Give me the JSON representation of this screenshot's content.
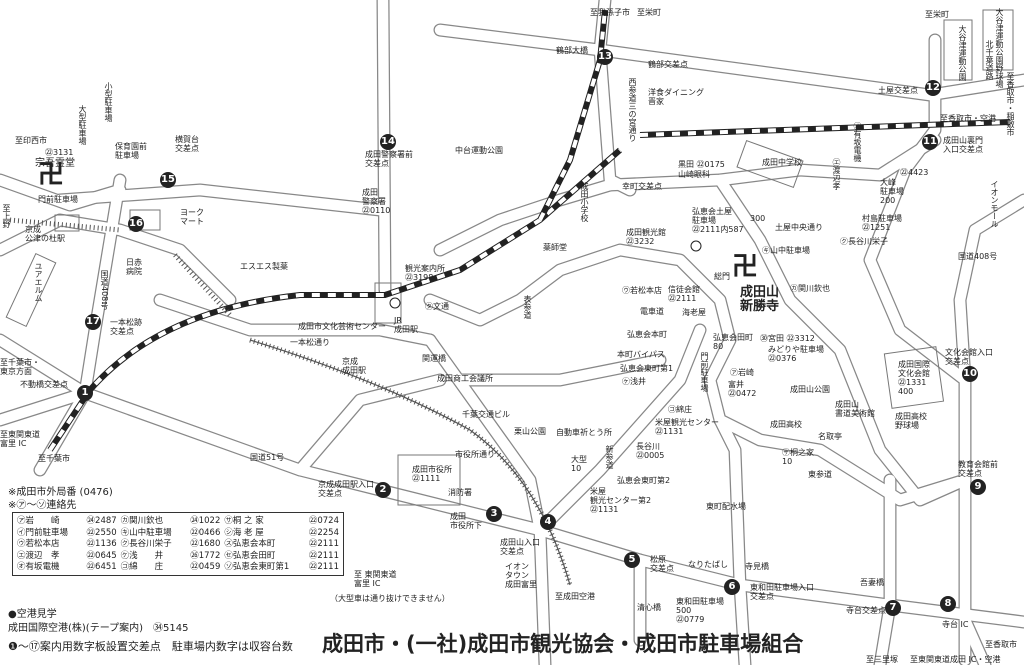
{
  "title": "成田市・(一社)成田市観光協会・成田市駐車場組合",
  "legend": {
    "area_code": "※成田市外局番 (0476)",
    "contacts_title": "※㋐〜㋞連絡先",
    "contacts": [
      {
        "name": "㋐岩　　崎",
        "tel": "㉔2487"
      },
      {
        "name": "㋕関川欽也",
        "tel": "㉔1022"
      },
      {
        "name": "㋚桐 之 家",
        "tel": "㉒0724"
      },
      {
        "name": "㋑門前駐車場",
        "tel": "㉒2550"
      },
      {
        "name": "㋖山中駐車場",
        "tel": "㉒0466"
      },
      {
        "name": "㋛海 老 屋",
        "tel": "㉒2254"
      },
      {
        "name": "㋒若松本店",
        "tel": "㉒1136"
      },
      {
        "name": "㋗長谷川栄子",
        "tel": "㉒1680"
      },
      {
        "name": "㋜弘恵会本町",
        "tel": "㉒2111"
      },
      {
        "name": "㋓渡辺　孝",
        "tel": "㉒0645"
      },
      {
        "name": "㋘浅　　井",
        "tel": "㉖1772"
      },
      {
        "name": "㋝弘恵会田町",
        "tel": "㉒2111"
      },
      {
        "name": "㋔有坂電機",
        "tel": "㉒6451"
      },
      {
        "name": "㋙綿　　庄",
        "tel": "㉒0459"
      },
      {
        "name": "㋞弘恵会東町第1",
        "tel": "㉒2111"
      }
    ],
    "airport_title": "●空港見学",
    "airport": "成田国際空港(株)(テープ案内)　㉞5145",
    "note": "❶〜⑰案内用数字板設置交差点　駐車場内数字は収容台数"
  },
  "intersections": [
    {
      "no": "1",
      "name": "不動橋交差点"
    },
    {
      "no": "2",
      "name": "京成成田駅入口\n交差点"
    },
    {
      "no": "3",
      "name": "成田\n市役所下"
    },
    {
      "no": "4",
      "name": "成田山入口\n交差点"
    },
    {
      "no": "5",
      "name": "松原\n交差点"
    },
    {
      "no": "6",
      "name": "東和田駐車場入口\n交差点"
    },
    {
      "no": "7",
      "name": "寺台交差点"
    },
    {
      "no": "8",
      "name": "寺台 IC"
    },
    {
      "no": "9",
      "name": "教育会館前\n交差点"
    },
    {
      "no": "10",
      "name": "文化会館入口\n交差点"
    },
    {
      "no": "11",
      "name": "成田山裏門\n入口交差点"
    },
    {
      "no": "12",
      "name": "土屋交差点"
    },
    {
      "no": "13",
      "name": "鶴部交差点"
    },
    {
      "no": "14",
      "name": "成田警察署前\n交差点"
    },
    {
      "no": "15",
      "name": "横賀台\n交差点"
    },
    {
      "no": "16",
      "name": ""
    },
    {
      "no": "17",
      "name": "一本松跡\n交差点"
    }
  ],
  "labels": {
    "to_inzai": "至印西市",
    "sogo_tel": "㉒3131",
    "sogo": "宗吾霊堂",
    "monzen_p": "門前駐車場",
    "to_ueno": "至上野",
    "kozu": "京成\n公津の杜駅",
    "large_p": "大型駐車場",
    "small_p": "小型駐車場",
    "hoikuen_p": "保育園前\n駐車場",
    "york": "ヨーク\nマート",
    "nisseki": "日赤\n病院",
    "r408w": "国道408号",
    "yuelm": "ユアエルム",
    "to_chiba_tokyo": "至千葉市・\n東京方面",
    "to_tomisato_w": "至東関東道\n富里 IC",
    "to_chiba": "至千葉市",
    "ss": "エスエス製薬",
    "bunka_center": "成田市文化芸術センター",
    "jr": "JR\n成田駅",
    "ippon": "一本松通り",
    "keisei": "京成\n成田駅",
    "kanun": "関運橋",
    "shoko": "成田商工会議所",
    "chiba_kotsu": "千葉交通ビル",
    "kuriyama": "栗山公園",
    "kito": "自動車祈とう所",
    "shiyakusho_dori": "市役所通り",
    "shiyakusho": "成田市役所\n㉒1111",
    "shobo": "消防署",
    "r51": "国道51号",
    "aeon": "イオン\nタウン\n成田富里",
    "to_airport": "至成田空港",
    "to_tomisato": "至 東関東道\n富里 IC",
    "no_large": "（大型車は通り抜けできません）",
    "naritabashi": "なりたばし",
    "terami": "寺見橋",
    "seishin": "清心橋",
    "higashiwada_p": "東和田駐車場\n500\n㉒0779",
    "azuma": "吾妻橋",
    "to_sanrizuka": "至三里塚",
    "to_narita_ic": "至東関東道成田 IC・空港",
    "to_katori_s": "至香取市",
    "bunka_kaikan": "成田国際\n文化会館\n㉒1331\n400",
    "koko_yakyu": "成田高校\n野球場",
    "shodo": "成田山\n書道美術館",
    "natori": "名取亭",
    "higashi_sando": "東参道",
    "koko": "成田高校",
    "kirinoya": "㋚桐之家\n10",
    "park": "成田山公園",
    "haisui": "東町配水場",
    "r408e": "国道408号",
    "aeon_mall": "イオンモール",
    "omine_p": "大峰\n駐車場\n200",
    "omine_tel": "㉒4423",
    "murashima": "村島駐車場\n㉒1251",
    "hasegawa_e": "㋗長谷川栄子",
    "to_katori_air": "至香取市・空港",
    "to_katori_inashiki": "至香取市・稲敷市",
    "yakyujo": "大谷津運動公園野球場",
    "kitachiba": "北千葉道路",
    "otsu_park": "大谷津運動公園",
    "to_sakae_e": "至栄町",
    "to_abiko": "至我孫子市",
    "to_sakae": "至栄町",
    "hatobe_bridge": "鶴部大橋",
    "nishi_sando": "西参道三の宮通り",
    "yoshoku": "洋食ダイニング\n晋家",
    "nakadai": "中台運動公園",
    "police": "成田\n警察署\n㉒0110",
    "kuroda": "黒田 ㉒0175",
    "yamazaki": "山崎眼科",
    "saiwai": "幸町交差点",
    "chugakko": "成田中学校",
    "shogakko": "成田小学校",
    "tsuchiya_p": "弘恵会土屋\n駐車場\n㉒2111内587",
    "tsuchiya_p_cap": "300",
    "kankokan": "成田観光館\n㉒3232",
    "tsuchiya_dori": "土屋中央通り",
    "yamanaka": "㋖山中駐車場",
    "sekikawa": "㋕関川欽也",
    "somon": "総門",
    "temple": "成田山\n新勝寺",
    "yakushi": "薬師堂",
    "omote": "表参道",
    "wakamatsu": "㋒若松本店",
    "shinto": "信徒会館\n㉒2111",
    "info": "観光案内所\n㉒3198",
    "densha": "電車道",
    "ebiya": "海老屋",
    "honcho": "弘恵会本町",
    "bypass": "本町バイパス",
    "tamachi": "弘恵会田町\n80",
    "miyata": "㉚宮田 ㉒3312",
    "midoriya": "みどりや駐車場\n㉒0376",
    "monzen_p2": "門前駐車場",
    "higashi1": "弘恵会東町第1",
    "asai": "㋘浅井",
    "iwasaki": "㋐岩崎",
    "tomii": "富井\n㉒0472",
    "watasho": "㋙綿庄",
    "yoneya": "米屋観光センター\n㉒1131",
    "hasegawa": "長谷川\n㉒0005",
    "shinsando": "新参道",
    "ogata": "大型\n10",
    "higashi2": "弘恵会東町第2",
    "yoneya2": "米屋\n観光センター第2\n㉒1131",
    "watanabe": "㋓渡辺孝",
    "arisaka": "㋔有坂電機",
    "bunsu": "㋟文通"
  }
}
